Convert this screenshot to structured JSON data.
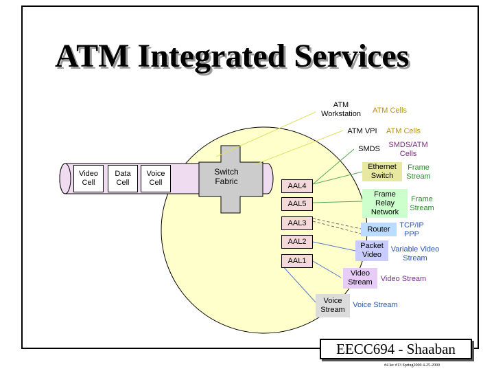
{
  "title": "ATM Integrated Services",
  "cells": [
    "Video\nCell",
    "Data\nCell",
    "Voice\nCell"
  ],
  "switch_fabric": "Switch\nFabric",
  "aal": [
    "AAL4",
    "AAL5",
    "AAL3",
    "AAL2",
    "AAL1"
  ],
  "endpoints": [
    {
      "name": "ATM\nWorkstation",
      "stream": "ATM Cells"
    },
    {
      "name": "ATM VPI",
      "stream": "ATM Cells"
    },
    {
      "name": "SMDS",
      "stream": "SMDS/ATM\nCells"
    },
    {
      "name": "Ethernet\nSwitch",
      "stream": "Frame\nStream"
    },
    {
      "name": "Frame\nRelay\nNetwork",
      "stream": "Frame\nStream"
    },
    {
      "name": "Router",
      "stream": "TCP/IP\nPPP"
    },
    {
      "name": "Packet\nVideo",
      "stream": "Variable Video\nStream"
    },
    {
      "name": "Video\nStream",
      "stream": "Video Stream"
    },
    {
      "name": "Voice\nStream",
      "stream": "Voice Stream"
    }
  ],
  "colors": {
    "circle": "#ffffcc",
    "aal_box": "#f3d9d9",
    "switch": "#cccccc",
    "cells": "#f0dcf0",
    "ethernet_box": "#e8e8a0",
    "frame_relay_box": "#ccffcc",
    "router_box": "#bbdcff",
    "packet_video_box": "#c8ccff",
    "video_box": "#e6ccf6",
    "voice_box": "#dcdcdc"
  },
  "footer": {
    "badge": "EECC694 - Shaaban",
    "caption": "#4 lec #13  Spring2000  4-25-2000"
  }
}
